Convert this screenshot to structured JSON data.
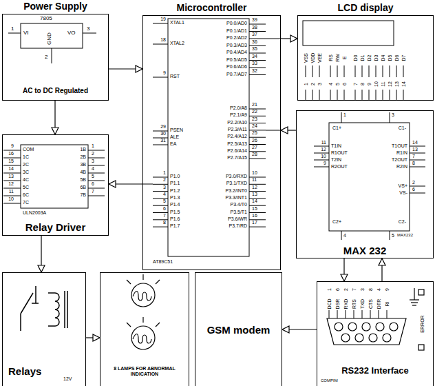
{
  "diagram": {
    "nodes": [
      {
        "text": [
          "Power Supply",
          "AC to DC Regulated"
        ]
      },
      {
        "text": [
          "Microcontroller"
        ]
      },
      {
        "text": [
          "LCD display"
        ]
      },
      {
        "text": [
          "Relay Driver"
        ]
      },
      {
        "text": [
          "MAX 232"
        ]
      },
      {
        "text": [
          "Relays"
        ]
      },
      {
        "text": [
          "8 LAMPS FOR ABNORMAL INDICATION"
        ]
      },
      {
        "text": [
          "GSM modem"
        ]
      },
      {
        "text": [
          "RS232 Interface"
        ]
      }
    ],
    "edges": [
      {
        "from": 0,
        "to": 1,
        "arrow": "to"
      },
      {
        "from": 0,
        "to": 3,
        "arrow": "to"
      },
      {
        "from": 1,
        "to": 2,
        "arrow": "to"
      },
      {
        "from": 1,
        "to": 3,
        "arrow": "to"
      },
      {
        "from": 4,
        "to": 1,
        "arrow": "to"
      },
      {
        "from": 3,
        "to": 5,
        "arrow": "to"
      },
      {
        "from": 5,
        "to": 6,
        "arrow": "to"
      },
      {
        "from": 8,
        "to": 7,
        "arrow": "to"
      },
      {
        "from": 4,
        "to": 8,
        "arrow": "to"
      },
      {
        "from": 8,
        "to": 4,
        "arrow": "to"
      }
    ],
    "labels": [
      "7805",
      "1",
      "VI",
      "VO",
      "3",
      "GND",
      "2",
      "19",
      "XTAL1",
      "18",
      "XTAL2",
      "9",
      "RST",
      "29",
      "PSEN",
      "30",
      "ALE",
      "31",
      "EA",
      "1",
      "P1.0",
      "2",
      "P1.1",
      "3",
      "P1.2",
      "4",
      "P1.3",
      "5",
      "P1.4",
      "6",
      "P1.5",
      "7",
      "P1.6",
      "8",
      "P1.7",
      "P0.0/AD0",
      "39",
      "P0.1/AD1",
      "38",
      "P0.2/AD2",
      "37",
      "P0.3/AD3",
      "36",
      "P0.4/AD4",
      "35",
      "P0.5/AD5",
      "34",
      "P0.6/AD6",
      "33",
      "P0.7/AD7",
      "32",
      "P2.0/A8",
      "21",
      "P2.1/A9",
      "22",
      "P2.2/A10",
      "23",
      "P2.3/A11",
      "24",
      "P2.4/A12",
      "25",
      "P2.5/A13",
      "26",
      "P2.6/A14",
      "27",
      "P2.7/A15",
      "28",
      "P3.0/RXD",
      "10",
      "P3.1/TXD",
      "11",
      "P3.2/INT0",
      "12",
      "P3.3/INT1",
      "13",
      "P3.4/T0",
      "14",
      "P3.5/T1",
      "15",
      "P3.6/WR",
      "16",
      "P3.7/RD",
      "17",
      "AT89C51",
      "VSS",
      "VDD",
      "VEE",
      "RS",
      "RW",
      "E",
      "D0",
      "D1",
      "D2",
      "D3",
      "D4",
      "D5",
      "D6",
      "D7",
      "1",
      "2",
      "3",
      "4",
      "5",
      "6",
      "7",
      "8",
      "9",
      "10",
      "11",
      "12",
      "13",
      "14",
      "9",
      "COM",
      "16",
      "1C",
      "15",
      "2C",
      "14",
      "3C",
      "13",
      "4C",
      "12",
      "5C",
      "11",
      "6C",
      "10",
      "7C",
      "1B",
      "1",
      "2B",
      "2",
      "3B",
      "3",
      "4B",
      "4",
      "5B",
      "5",
      "6B",
      "6",
      "7B",
      "7",
      "ULN2003A",
      "C1+",
      "C1-",
      "1",
      "3",
      "11",
      "T1IN",
      "12",
      "R1OUT",
      "10",
      "T2IN",
      "9",
      "R2OUT",
      "T1OUT",
      "14",
      "R1IN",
      "13",
      "T2OUT",
      "7",
      "R2IN",
      "8",
      "VS+",
      "2",
      "VS-",
      "6",
      "C2+",
      "C2-",
      "4",
      "5",
      "MAX232",
      "DCD",
      "DSR",
      "RXD",
      "RTS",
      "TXD",
      "CTS",
      "DTR",
      "RI",
      "1",
      "6",
      "2",
      "7",
      "3",
      "8",
      "4",
      "9",
      "ERROR",
      "COMPIM",
      "12V"
    ]
  }
}
